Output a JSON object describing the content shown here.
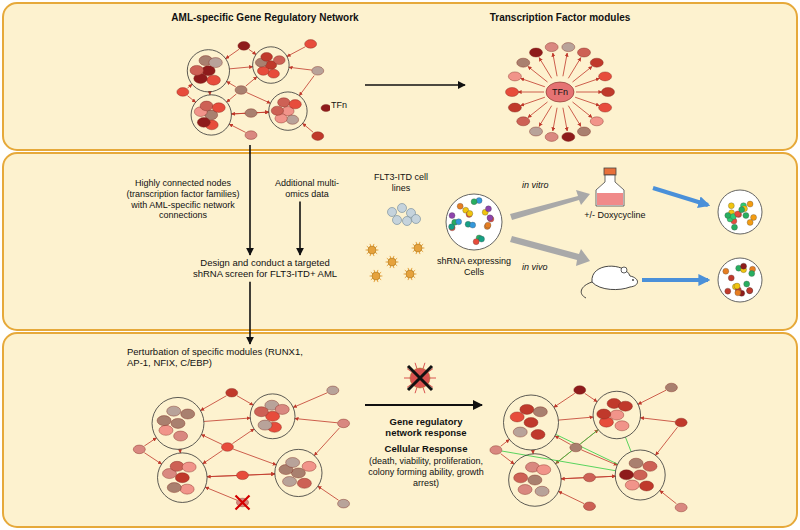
{
  "diagram": {
    "nodes": [
      {
        "text": [
          "AML-specific Gene Regulatory Network"
        ]
      },
      {
        "text": [
          "Transcription Factor modules"
        ]
      },
      {
        "text": [
          "Additional multi-omics data"
        ]
      },
      {
        "text": [
          "Design and conduct a targeted shRNA screen for FLT3-ITD+ AML"
        ]
      },
      {
        "text": [
          "Perturbation of specific modules (RUNX1, AP-1, NFIX, C/EBP)"
        ]
      }
    ],
    "edges": [
      {
        "from": 0,
        "to": 1,
        "arrow": "to"
      },
      {
        "from": 0,
        "to": 3,
        "arrow": "to"
      },
      {
        "from": 2,
        "to": 3,
        "arrow": "to"
      },
      {
        "from": 3,
        "to": 4,
        "arrow": "to"
      }
    ],
    "labels": [
      "TFn",
      "TFn",
      "Highly connected nodes (transcription factor families) with AML-specific network connections",
      "FLT3-ITD cell lines",
      "in vitro",
      "+/- Doxycycline",
      "in vivo",
      "shRNA expressing Cells",
      "Gene regulatory network response",
      "Cellular Response",
      "(death, viability, proliferation, colony forming ability, growth arrest)"
    ]
  }
}
